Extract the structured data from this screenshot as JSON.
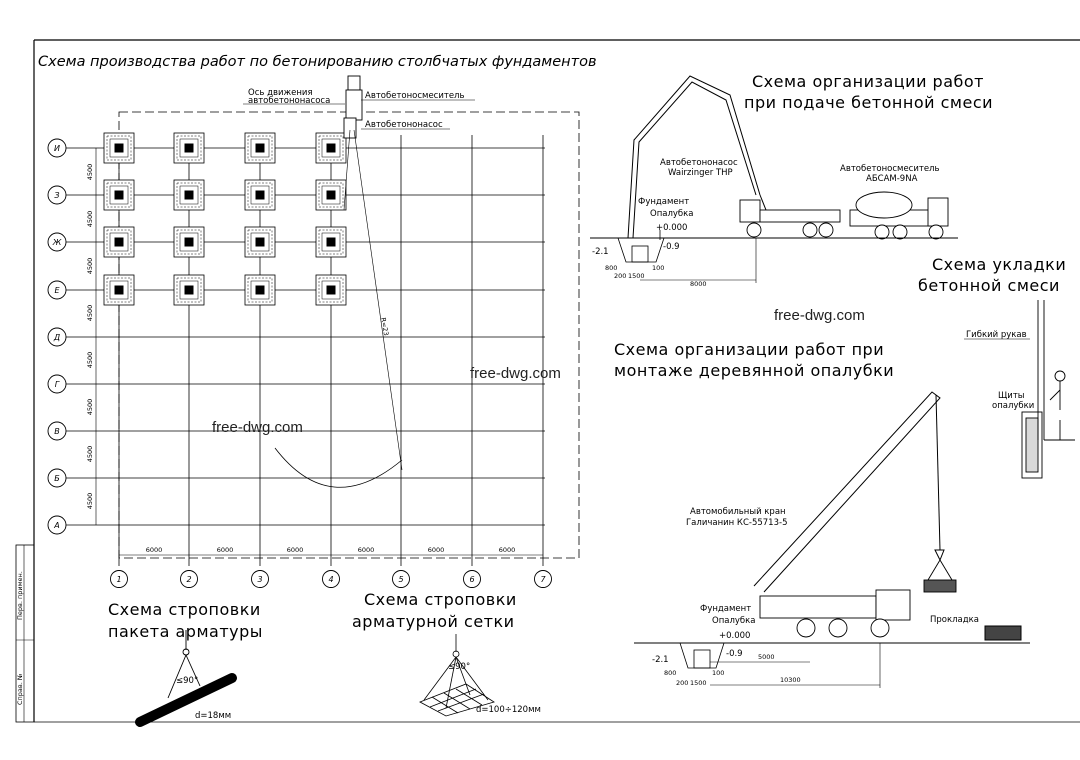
{
  "main_title": "Схема производства работ по бетонированию столбчатых фундаментов",
  "plan": {
    "row_axes": [
      "И",
      "З",
      "Ж",
      "Е",
      "Д",
      "Г",
      "В",
      "Б",
      "А"
    ],
    "col_axes": [
      "1",
      "2",
      "3",
      "4",
      "5",
      "6",
      "7"
    ],
    "row_spacing": "4500",
    "col_spacing": "6000",
    "axis_movement_label_1": "Ось движения",
    "axis_movement_label_2": "автобетононасоса",
    "mixer_label": "Автобетоносмеситель",
    "pump_label": "Автобетононасос",
    "radius_label": "R=23"
  },
  "concrete_section": {
    "title_line1": "Схема организации работ",
    "title_line2": "при подаче бетонной смеси",
    "pump_label_1": "Автобетононасос",
    "pump_label_2": "Wairzinger THP",
    "mixer_label_1": "Автобетоносмеситель",
    "mixer_label_2": "АБСАМ-9NA",
    "foundation": "Фундамент",
    "formwork": "Опалубка",
    "level_zero": "+0.000",
    "level_minus09": "-0.9",
    "level_minus21": "-2.1",
    "dim_8000": "8000",
    "dim_800": "800",
    "dim_200": "200",
    "dim_1500": "1500",
    "dim_100": "100"
  },
  "laying_section": {
    "title_line1": "Схема укладки",
    "title_line2": "бетонной смеси",
    "hose": "Гибкий рукав",
    "shields_1": "Щиты",
    "shields_2": "опалубки"
  },
  "crane_section": {
    "title_line1": "Схема организации работ при",
    "title_line2": "монтаже деревянной опалубки",
    "crane_label_1": "Автомобильный кран",
    "crane_label_2": "Галичанин КС-55713-5",
    "foundation": "Фундамент",
    "formwork": "Опалубка",
    "level_zero": "+0.000",
    "level_minus09": "-0.9",
    "level_minus21": "-2.1",
    "pad": "Прокладка",
    "dim_5000": "5000",
    "dim_10300": "10300",
    "dim_800": "800",
    "dim_200": "200",
    "dim_1500": "1500",
    "dim_100": "100"
  },
  "sling_rebar": {
    "title_line1": "Схема строповки",
    "title_line2": "пакета арматуры",
    "angle": "≤90°",
    "diameter": "d=18мм"
  },
  "sling_mesh": {
    "title_line1": "Схема строповки",
    "title_line2": "арматурной сетки",
    "angle": "≤90°",
    "diameter": "d=100÷120мм"
  },
  "stamp": {
    "label_1": "Перв. примен.",
    "label_2": "Справ. №"
  },
  "watermarks": [
    "free-dwg.com",
    "free-dwg.com",
    "free-dwg.com"
  ]
}
